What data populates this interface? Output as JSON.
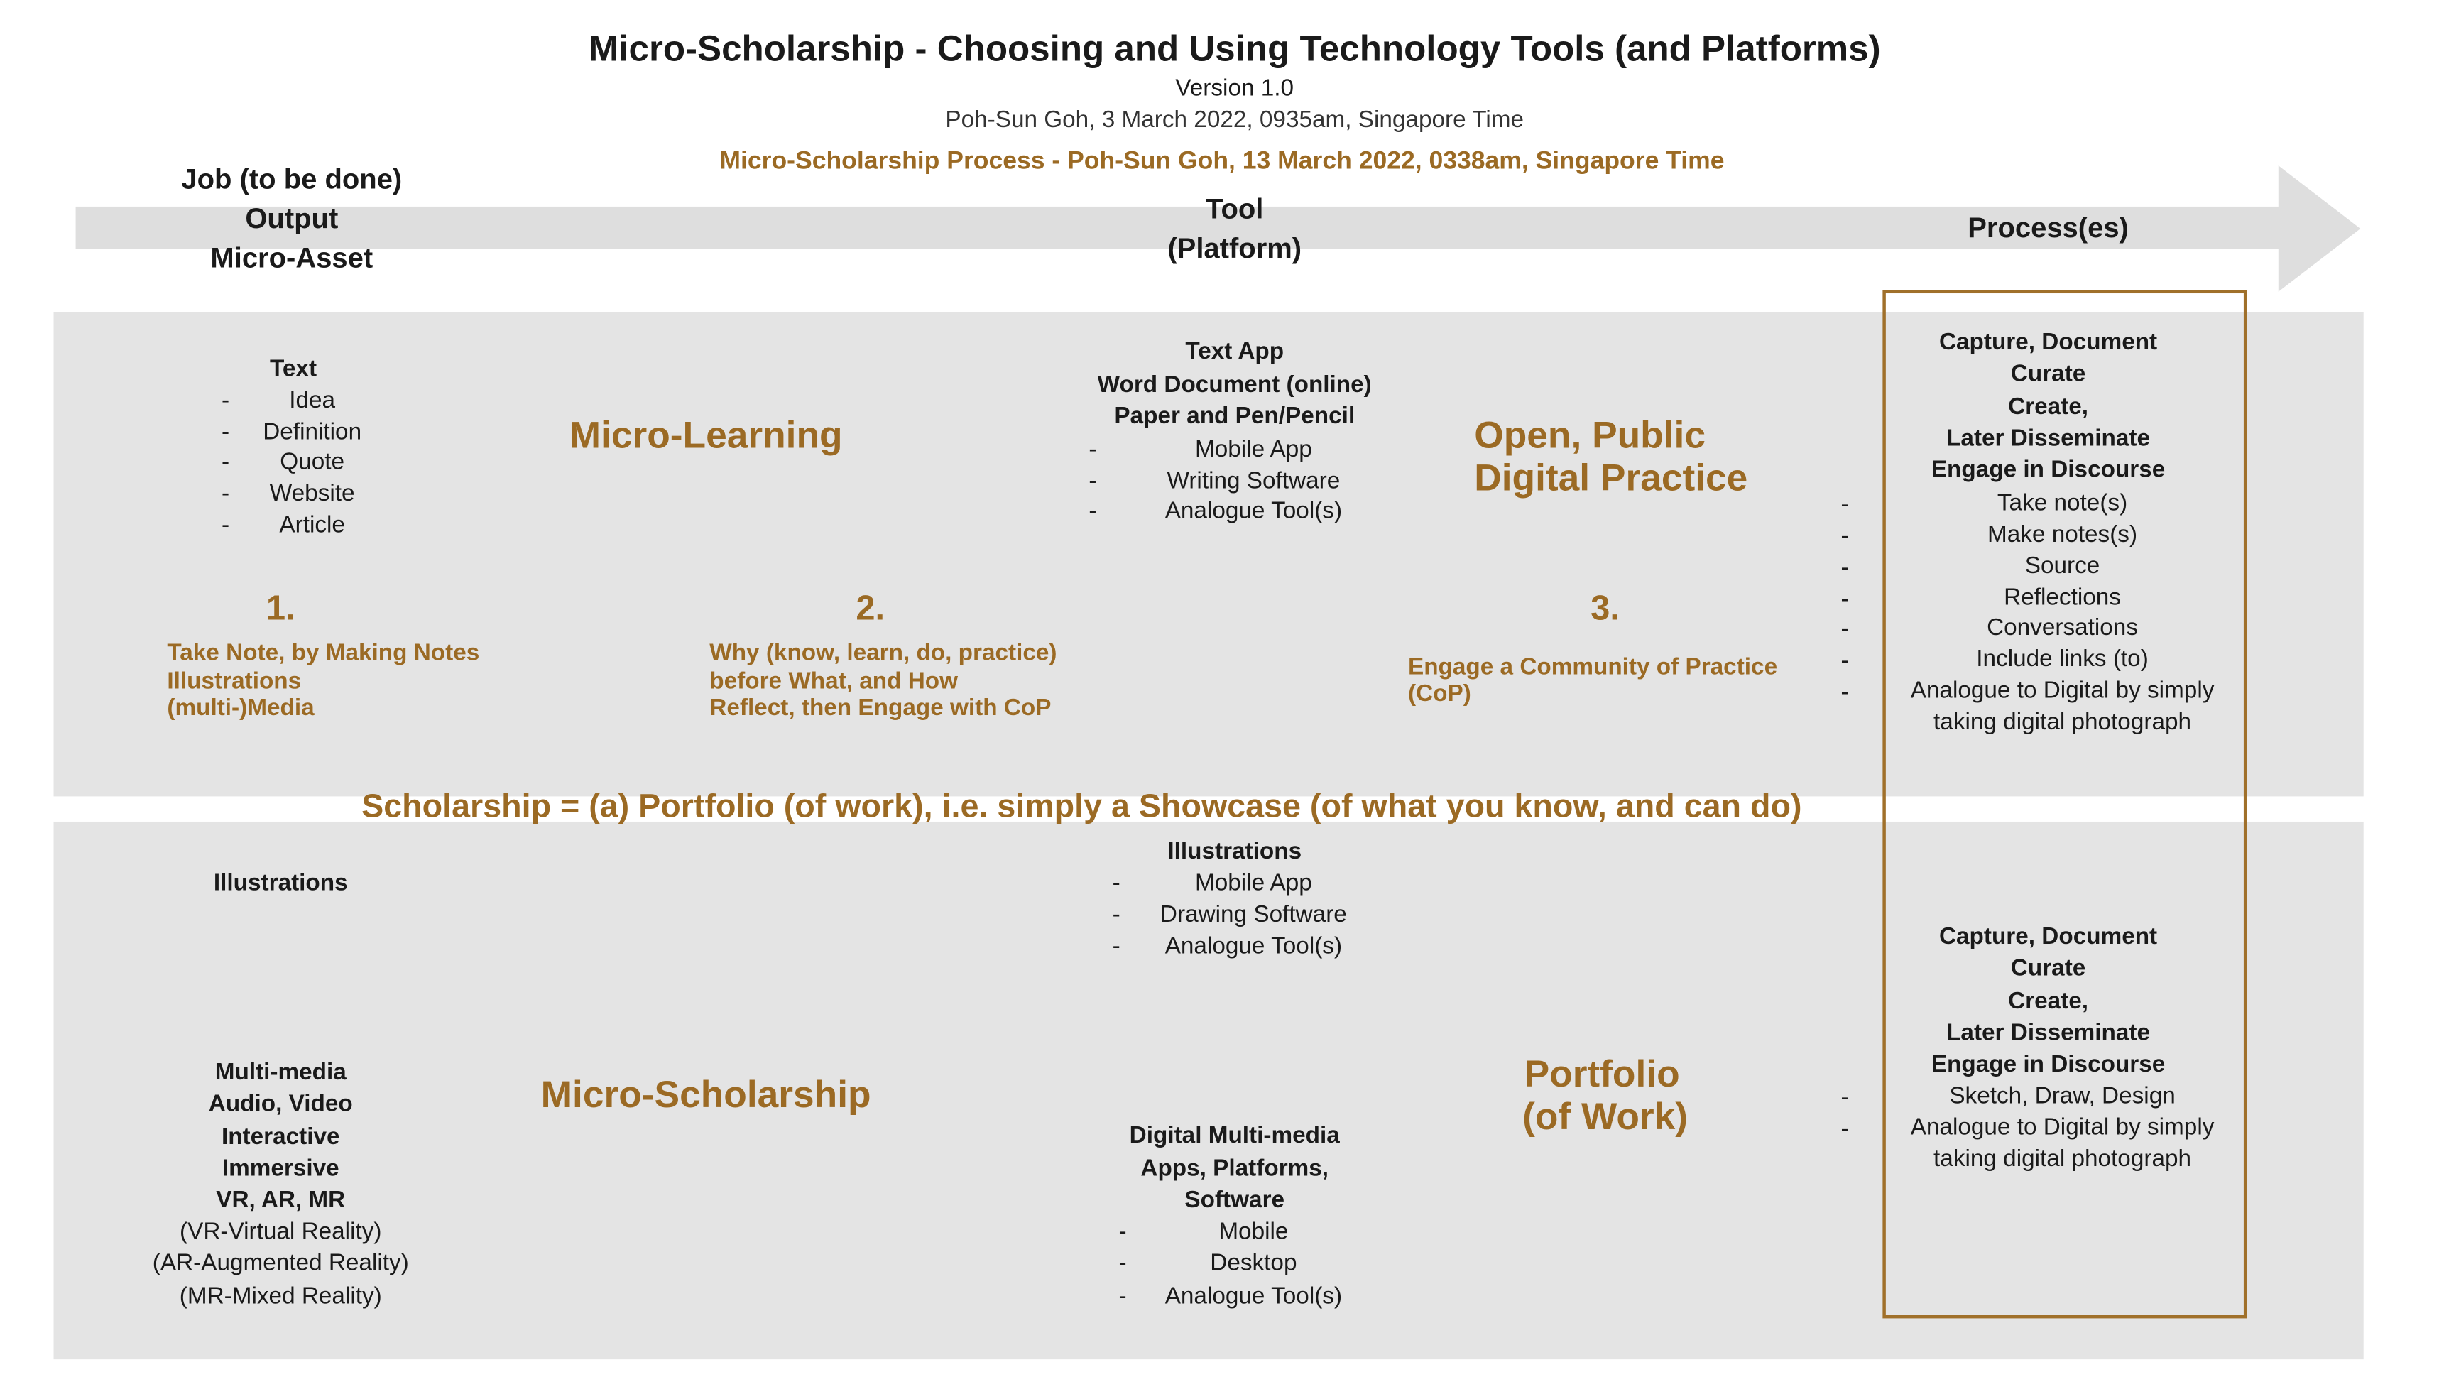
{
  "header": {
    "title": "Micro-Scholarship - Choosing and Using Technology Tools (and Platforms)",
    "version": "Version 1.0",
    "author_line": "Poh-Sun Goh, 3 March 2022, 0935am, Singapore Time",
    "process_line": "Micro-Scholarship Process - Poh-Sun Goh, 13 March 2022, 0338am, Singapore Time"
  },
  "arrow": {
    "col1": [
      "Job (to be done)",
      "Output",
      "Micro-Asset"
    ],
    "col2": [
      "Tool",
      "(Platform)"
    ],
    "col3": "Process(es)"
  },
  "top": {
    "asset_title": "Text",
    "asset_items": [
      "Idea",
      "Definition",
      "Quote",
      "Website",
      "Article"
    ],
    "label_left": "Micro-Learning",
    "tool_titles": [
      "Text App",
      "Word Document (online)",
      "Paper and Pen/Pencil"
    ],
    "tool_items": [
      "Mobile App",
      "Writing Software",
      "Analogue Tool(s)"
    ],
    "label_right": [
      "Open, Public",
      "Digital Practice"
    ],
    "steps": [
      {
        "num": "1.",
        "lines": [
          "Take Note, by Making Notes",
          "Illustrations",
          "(multi-)Media"
        ]
      },
      {
        "num": "2.",
        "lines": [
          "Why (know, learn, do, practice)",
          "before What, and How",
          "Reflect, then Engage with CoP"
        ]
      },
      {
        "num": "3.",
        "lines": [
          "Engage a Community of Practice",
          "(CoP)"
        ]
      }
    ],
    "process_titles": [
      "Capture, Document",
      "Curate",
      "Create,",
      "Later Disseminate",
      "Engage in Discourse"
    ],
    "process_items": [
      "Take note(s)",
      "Make notes(s)",
      "Source",
      "Reflections",
      "Conversations",
      "Include links (to)",
      "Analogue to Digital by simply",
      "taking digital photograph"
    ]
  },
  "divider": "Scholarship = (a) Portfolio (of work), i.e. simply a Showcase (of what you know, and can do)",
  "bottom": {
    "asset_title": "Illustrations",
    "media_titles": [
      "Multi-media",
      "Audio, Video",
      "Interactive",
      "Immersive",
      "VR, AR, MR"
    ],
    "media_items": [
      "(VR-Virtual Reality)",
      "(AR-Augmented Reality)",
      "(MR-Mixed Reality)"
    ],
    "label_left": "Micro-Scholarship",
    "tool1_title": "Illustrations",
    "tool1_items": [
      "Mobile App",
      "Drawing Software",
      "Analogue Tool(s)"
    ],
    "tool2_titles": [
      "Digital Multi-media",
      "Apps, Platforms,",
      "Software"
    ],
    "tool2_items": [
      "Mobile",
      "Desktop",
      "Analogue Tool(s)"
    ],
    "label_right": [
      "Portfolio",
      "(of Work)"
    ],
    "process_titles": [
      "Capture, Document",
      "Curate",
      "Create,",
      "Later Disseminate",
      "Engage in Discourse"
    ],
    "process_items": [
      "Sketch, Draw, Design",
      "Analogue to Digital by simply",
      "taking digital photograph"
    ]
  },
  "colors": {
    "accent": "#9b6a24",
    "panel": "#e4e4e4",
    "arrow": "#dedede"
  }
}
